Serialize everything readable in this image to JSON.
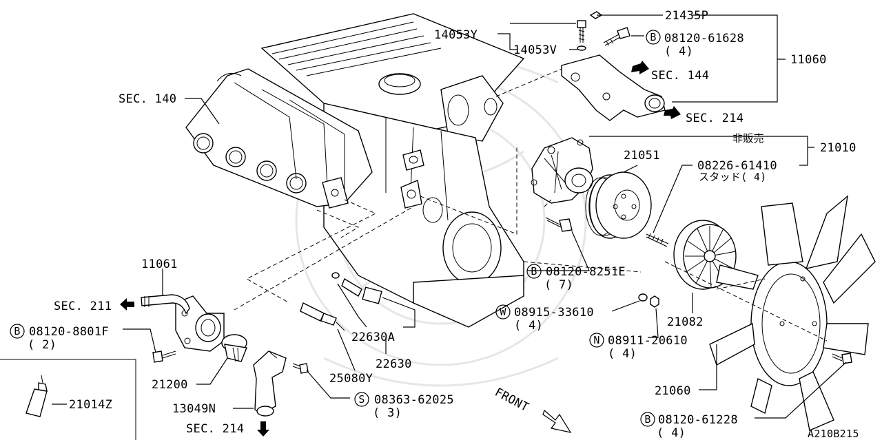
{
  "diagram": {
    "code": "A210B215",
    "labels": {
      "p21435P": "21435P",
      "p14053Y": "14053Y",
      "p14053V": "14053V",
      "b08120_61628": "08120-61628",
      "b08120_61628_qty": "( 4)",
      "p11060": "11060",
      "sec144": "SEC. 144",
      "sec214_top": "SEC. 214",
      "sec140": "SEC. 140",
      "hihanbai": "非販売",
      "p21010": "21010",
      "p21051": "21051",
      "s08226_61410": "08226-61410",
      "stud": "スタッド( 4)",
      "b08120_8251E": "08120-8251E",
      "b08120_8251E_qty": "( 7)",
      "w08915_33610": "08915-33610",
      "w08915_33610_qty": "( 4)",
      "n08911_20610": "08911-20610",
      "n08911_20610_qty": "( 4)",
      "p21082": "21082",
      "p11061": "11061",
      "sec211": "SEC. 211",
      "b08120_8801F": "08120-8801F",
      "b08120_8801F_qty": "( 2)",
      "p21200": "21200",
      "p22630A": "22630A",
      "p22630": "22630",
      "p25080Y": "25080Y",
      "p21014Z": "21014Z",
      "p13049N": "13049N",
      "sec214_bottom": "SEC. 214",
      "s08363_62025": "08363-62025",
      "s08363_62025_qty": "( 3)",
      "front": "FRONT",
      "p21060": "21060",
      "b08120_61228": "08120-61228",
      "b08120_61228_qty": "( 4)"
    },
    "markers": {
      "B": "B",
      "W": "W",
      "N": "N",
      "S": "S"
    }
  }
}
